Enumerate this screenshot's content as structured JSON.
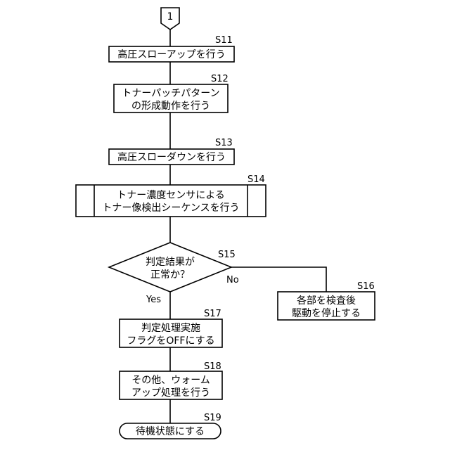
{
  "connector": "1",
  "steps": {
    "s11": {
      "label": "S11",
      "text": "高圧スローアップを行う"
    },
    "s12": {
      "label": "S12",
      "line1": "トナーパッチパターン",
      "line2": "の形成動作を行う"
    },
    "s13": {
      "label": "S13",
      "text": "高圧スローダウンを行う"
    },
    "s14": {
      "label": "S14",
      "line1": "トナー濃度センサによる",
      "line2": "トナー像検出シーケンスを行う"
    },
    "s15": {
      "label": "S15",
      "line1": "判定結果が",
      "line2": "正常か？",
      "yes": "Yes",
      "no": "No"
    },
    "s16": {
      "label": "S16",
      "line1": "各部を検査後",
      "line2": "駆動を停止する"
    },
    "s17": {
      "label": "S17",
      "line1": "判定処理実施",
      "line2": "フラグをOFFにする"
    },
    "s18": {
      "label": "S18",
      "line1": "その他、ウォーム",
      "line2": "アップ処理を行う"
    },
    "s19": {
      "label": "S19",
      "text": "待機状態にする"
    }
  }
}
